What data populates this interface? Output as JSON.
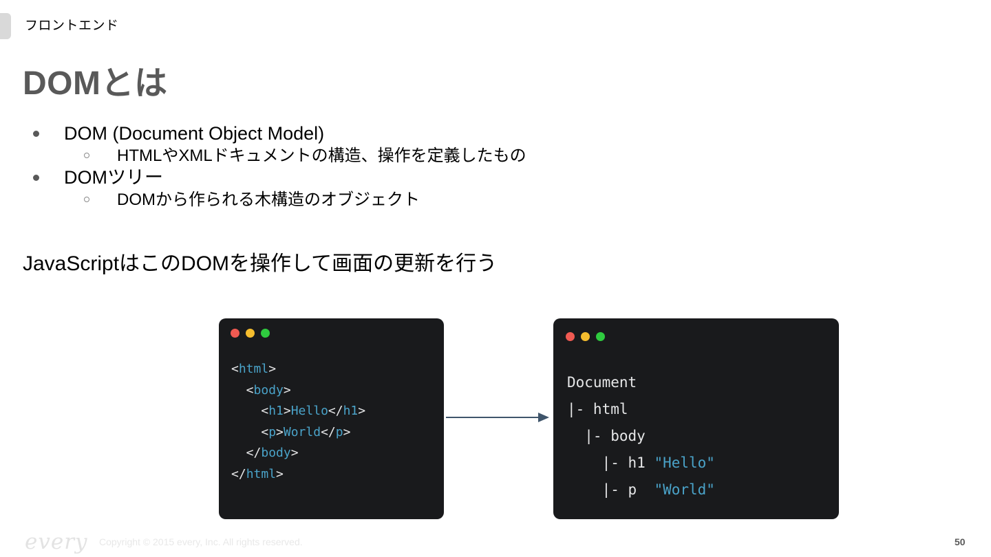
{
  "header": {
    "kicker": "フロントエンド",
    "title": "DOMとは",
    "badge_icon": "corner-tab-shape"
  },
  "bullets": [
    {
      "level": 1,
      "marker": "filled-disc",
      "text": "DOM (Document Object Model)"
    },
    {
      "level": 2,
      "marker": "hollow-circle",
      "text": "HTMLやXMLドキュメントの構造、操作を定義したもの"
    },
    {
      "level": 1,
      "marker": "filled-disc",
      "text": "DOMツリー"
    },
    {
      "level": 2,
      "marker": "hollow-circle",
      "text": "DOMから作られる木構造のオブジェクト"
    }
  ],
  "lead_line": "JavaScriptはこのDOMを操作して画面の更新を行う",
  "windows": {
    "left": {
      "title_dots": [
        "red",
        "yellow",
        "green"
      ],
      "lines": [
        [
          {
            "t": "<",
            "c": "plain"
          },
          {
            "t": "html",
            "c": "tagname"
          },
          {
            "t": ">",
            "c": "plain"
          }
        ],
        [
          {
            "t": "  <",
            "c": "plain"
          },
          {
            "t": "body",
            "c": "tagname"
          },
          {
            "t": ">",
            "c": "plain"
          }
        ],
        [
          {
            "t": "    <",
            "c": "plain"
          },
          {
            "t": "h1",
            "c": "tagname"
          },
          {
            "t": ">",
            "c": "plain"
          },
          {
            "t": "Hello",
            "c": "strval"
          },
          {
            "t": "</",
            "c": "plain"
          },
          {
            "t": "h1",
            "c": "tagname"
          },
          {
            "t": ">",
            "c": "plain"
          }
        ],
        [
          {
            "t": "    <",
            "c": "plain"
          },
          {
            "t": "p",
            "c": "tagname"
          },
          {
            "t": ">",
            "c": "plain"
          },
          {
            "t": "World",
            "c": "strval"
          },
          {
            "t": "</",
            "c": "plain"
          },
          {
            "t": "p",
            "c": "tagname"
          },
          {
            "t": ">",
            "c": "plain"
          }
        ],
        [
          {
            "t": "  </",
            "c": "plain"
          },
          {
            "t": "body",
            "c": "tagname"
          },
          {
            "t": ">",
            "c": "plain"
          }
        ],
        [
          {
            "t": "</",
            "c": "plain"
          },
          {
            "t": "html",
            "c": "tagname"
          },
          {
            "t": ">",
            "c": "plain"
          }
        ]
      ]
    },
    "right": {
      "title_dots": [
        "red",
        "yellow",
        "green"
      ],
      "lines": [
        [
          {
            "t": "Document",
            "c": "plain"
          }
        ],
        [
          {
            "t": "|- html",
            "c": "plain"
          }
        ],
        [
          {
            "t": "  |- body",
            "c": "plain"
          }
        ],
        [
          {
            "t": "    |- h1 ",
            "c": "plain"
          },
          {
            "t": "\"Hello\"",
            "c": "strval"
          }
        ],
        [
          {
            "t": "    |- p  ",
            "c": "plain"
          },
          {
            "t": "\"World\"",
            "c": "strval"
          }
        ]
      ]
    }
  },
  "arrow": {
    "icon": "right-arrow-icon",
    "color": "#3f556b"
  },
  "footer": {
    "logo_text": "every",
    "copyright": "Copyright © 2015 every, Inc. All rights reserved.",
    "page_number": "50"
  },
  "colors": {
    "title": "#595959",
    "window_bg": "#191a1c",
    "code_plain": "#e6e7e8",
    "code_accent": "#4aa3c9",
    "dot_red": "#f05a52",
    "dot_yellow": "#f5bd2e",
    "dot_green": "#2fcb3f"
  }
}
